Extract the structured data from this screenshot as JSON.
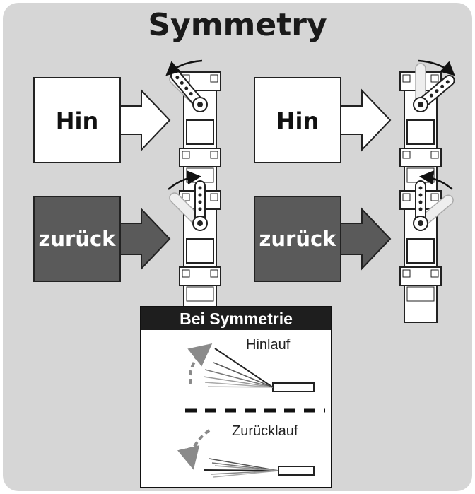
{
  "title": "Symmetry",
  "panels": [
    {
      "label": "Hin",
      "style": "light",
      "horn_direction": "counterclockwise"
    },
    {
      "label": "Hin",
      "style": "light",
      "horn_direction": "clockwise"
    },
    {
      "label": "zurück",
      "style": "dark",
      "horn_direction": "clockwise"
    },
    {
      "label": "zurück",
      "style": "dark",
      "horn_direction": "counterclockwise"
    }
  ],
  "legend": {
    "heading": "Bei Symmetrie",
    "forward_label": "Hinlauf",
    "return_label": "Zurücklauf"
  },
  "colors": {
    "panel_bg": "#d6d6d6",
    "dark_box": "#5a5a5a",
    "light_box": "#ffffff",
    "legend_head": "#1e1e1e",
    "dashed_arrow": "#8a8a8a"
  }
}
